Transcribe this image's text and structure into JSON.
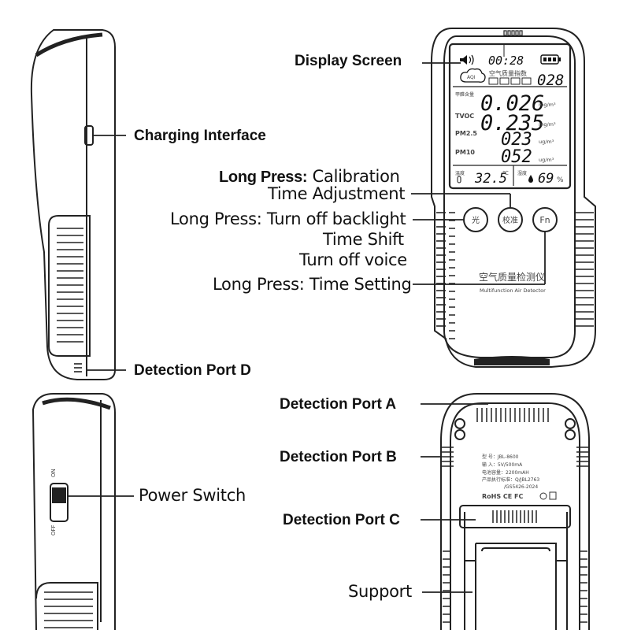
{
  "labels": {
    "display_screen": "Display Screen",
    "charging_interface": "Charging Interface",
    "calibration_prefix": "Long Press:",
    "calibration": "Calibration",
    "time_adjustment": "Time Adjustment",
    "backlight": "Long Press: Turn off backlight",
    "time_shift": "Time Shift",
    "turn_off_voice": "Turn off voice",
    "time_setting": "Long Press: Time Setting",
    "detection_port_d": "Detection Port D",
    "detection_port_a": "Detection Port A",
    "detection_port_b": "Detection Port B",
    "detection_port_c": "Detection Port C",
    "power_switch": "Power Switch",
    "support": "Support"
  },
  "lcd": {
    "time": "00:28",
    "aqi": "AQI",
    "aqi_title": "空气质量指数",
    "aqi_value": "028",
    "hcho_label": "甲醛含量",
    "hcho_value": "0.026",
    "hcho_unit": "mg/m³",
    "tvoc_label": "TVOC",
    "tvoc_value": "0.235",
    "tvoc_unit": "mg/m³",
    "pm25_label": "PM2.5",
    "pm25_value": "023",
    "pm25_unit": "ug/m³",
    "pm10_label": "PM10",
    "pm10_value": "052",
    "pm10_unit": "ug/m³",
    "temp_label": "温度",
    "temp_value": "32.5",
    "temp_unit": "℃",
    "humidity_label": "湿度",
    "humidity_value": "69",
    "humidity_unit": "%"
  },
  "device": {
    "button_left": "光",
    "button_middle": "校准",
    "button_right": "Fn",
    "front_title": "空气质量检测仪",
    "front_subtitle": "Multifunction Air Detector",
    "switch_on": "ON",
    "switch_off": "OFF"
  },
  "back_label": {
    "line1": "型 号：JBL-8600",
    "line2": "输 入：5V/500mA",
    "line3": "电池容量：2200mAH",
    "line4": "产品执行标准：Q/JBL2763",
    "line5": "/GS5426-2024",
    "certs": "RoHS CE FC"
  }
}
